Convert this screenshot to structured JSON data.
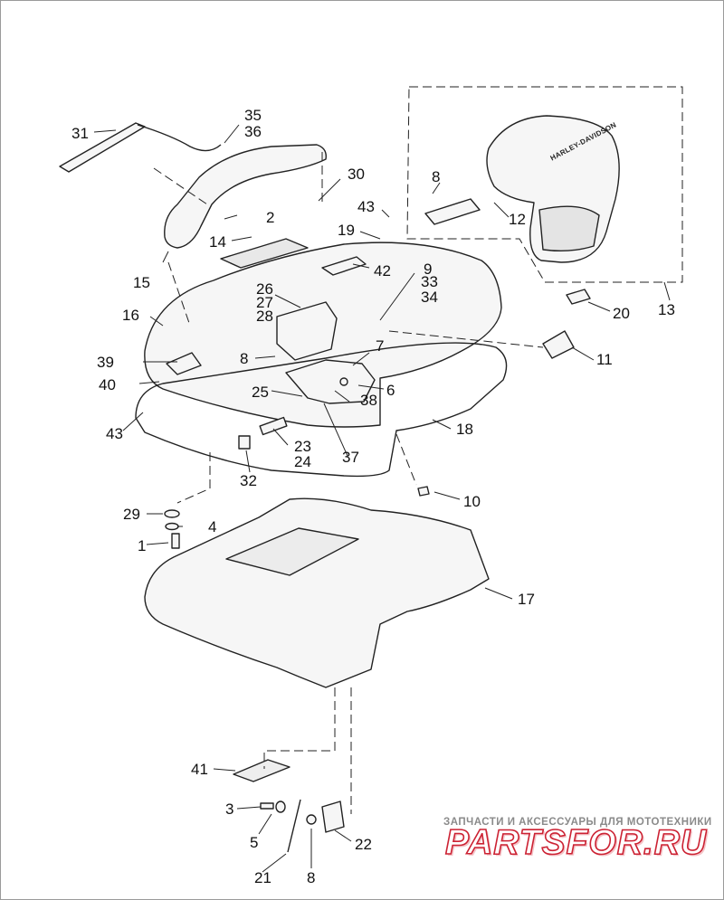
{
  "callouts": {
    "c31": "31",
    "c35": "35",
    "c36": "36",
    "c2": "2",
    "c30": "30",
    "c8a": "8",
    "c43a": "43",
    "c19": "19",
    "c12": "12",
    "c14": "14",
    "c42": "42",
    "c15": "15",
    "c9": "9",
    "c33": "33",
    "c34": "34",
    "c26": "26",
    "c27": "27",
    "c28": "28",
    "c16": "16",
    "c20": "20",
    "c13": "13",
    "c7": "7",
    "c39": "39",
    "c8b": "8",
    "c11": "11",
    "c6": "6",
    "c40": "40",
    "c25": "25",
    "c38": "38",
    "c43b": "43",
    "c18": "18",
    "c23": "23",
    "c24": "24",
    "c37": "37",
    "c32": "32",
    "c10": "10",
    "c29": "29",
    "c4a": "4",
    "c1": "1",
    "c17": "17",
    "c41": "41",
    "c3": "3",
    "c5": "5",
    "c22": "22",
    "c21": "21",
    "c8c": "8"
  },
  "backrest_badge": "HARLEY-DAVIDSON",
  "watermark": {
    "subtitle": "ЗАПЧАСТИ И АКСЕССУАРЫ ДЛЯ МОТОТЕХНИКИ",
    "brand": "PARTSFOR.RU"
  },
  "colors": {
    "line": "#222222",
    "fill": "#f4f4f4",
    "watermark_red": "#cc2233"
  }
}
